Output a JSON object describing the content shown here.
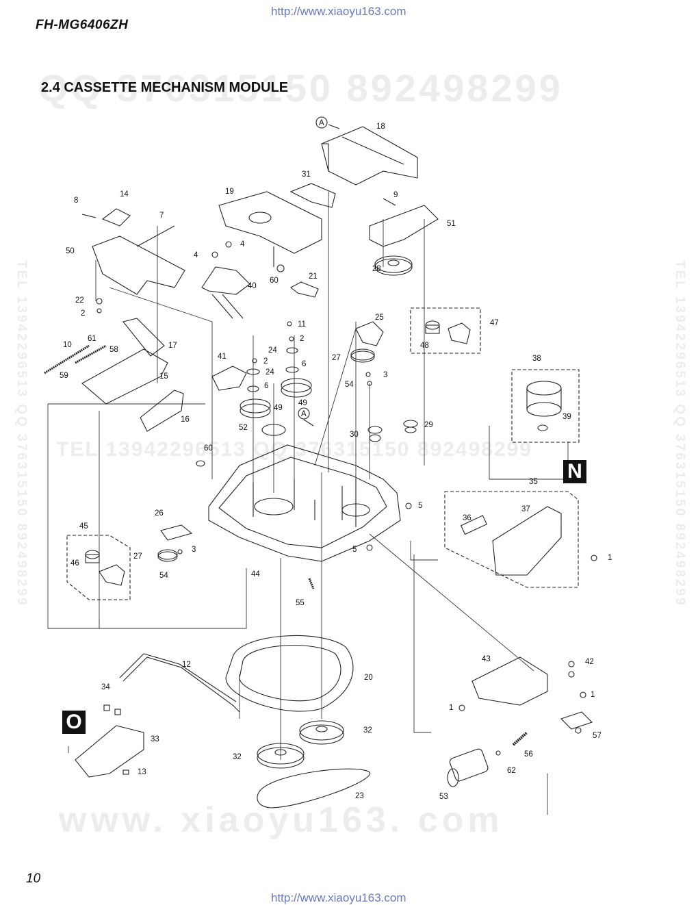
{
  "header": {
    "url": "http://www.xiaoyu163.com",
    "model": "FH-MG6406ZH",
    "section_title": "2.4 CASSETTE MECHANISM MODULE"
  },
  "footer": {
    "page_number": "10",
    "url": "http://www.xiaoyu163.com"
  },
  "watermarks": {
    "top": "QQ 376315150   892498299",
    "middle": "TEL 13942296513  QQ 376315150  892498299",
    "bottom": "www. xiaoyu163. com",
    "side_left": "TEL 13942296513  QQ 376315150  892498299",
    "side_right": "TEL 13942296513  QQ 376315150  892498299"
  },
  "markers": {
    "A": "A",
    "N": "N",
    "O": "O"
  },
  "part_labels": [
    {
      "id": "p18",
      "text": "18"
    },
    {
      "id": "p31",
      "text": "31"
    },
    {
      "id": "p19",
      "text": "19"
    },
    {
      "id": "p9",
      "text": "9"
    },
    {
      "id": "p51",
      "text": "51"
    },
    {
      "id": "p8",
      "text": "8"
    },
    {
      "id": "p14",
      "text": "14"
    },
    {
      "id": "p7",
      "text": "7"
    },
    {
      "id": "p50",
      "text": "50"
    },
    {
      "id": "p4a",
      "text": "4"
    },
    {
      "id": "p4b",
      "text": "4"
    },
    {
      "id": "p28",
      "text": "28"
    },
    {
      "id": "p40",
      "text": "40"
    },
    {
      "id": "p60a",
      "text": "60"
    },
    {
      "id": "p21",
      "text": "21"
    },
    {
      "id": "p22",
      "text": "22"
    },
    {
      "id": "p2a",
      "text": "2"
    },
    {
      "id": "p11",
      "text": "11"
    },
    {
      "id": "p25",
      "text": "25"
    },
    {
      "id": "p47",
      "text": "47"
    },
    {
      "id": "p48",
      "text": "48"
    },
    {
      "id": "p10",
      "text": "10"
    },
    {
      "id": "p61",
      "text": "61"
    },
    {
      "id": "p58",
      "text": "58"
    },
    {
      "id": "p17",
      "text": "17"
    },
    {
      "id": "p2b",
      "text": "2"
    },
    {
      "id": "p24a",
      "text": "24"
    },
    {
      "id": "p41",
      "text": "41"
    },
    {
      "id": "p2c",
      "text": "2"
    },
    {
      "id": "p6a",
      "text": "6"
    },
    {
      "id": "p27a",
      "text": "27"
    },
    {
      "id": "p3a",
      "text": "3"
    },
    {
      "id": "p59",
      "text": "59"
    },
    {
      "id": "p15",
      "text": "15"
    },
    {
      "id": "p24b",
      "text": "24"
    },
    {
      "id": "p6b",
      "text": "6"
    },
    {
      "id": "p54a",
      "text": "54"
    },
    {
      "id": "p38",
      "text": "38"
    },
    {
      "id": "p49a",
      "text": "49"
    },
    {
      "id": "p49b",
      "text": "49"
    },
    {
      "id": "p16",
      "text": "16"
    },
    {
      "id": "p39",
      "text": "39"
    },
    {
      "id": "p52",
      "text": "52"
    },
    {
      "id": "p30",
      "text": "30"
    },
    {
      "id": "p29",
      "text": "29"
    },
    {
      "id": "p60b",
      "text": "60"
    },
    {
      "id": "p35",
      "text": "35"
    },
    {
      "id": "p37",
      "text": "37"
    },
    {
      "id": "p36",
      "text": "36"
    },
    {
      "id": "p5a",
      "text": "5"
    },
    {
      "id": "p26",
      "text": "26"
    },
    {
      "id": "p45",
      "text": "45"
    },
    {
      "id": "p46",
      "text": "46"
    },
    {
      "id": "p27b",
      "text": "27"
    },
    {
      "id": "p3b",
      "text": "3"
    },
    {
      "id": "p54b",
      "text": "54"
    },
    {
      "id": "p44",
      "text": "44"
    },
    {
      "id": "p5b",
      "text": "5"
    },
    {
      "id": "p1a",
      "text": "1"
    },
    {
      "id": "p55",
      "text": "55"
    },
    {
      "id": "p12",
      "text": "12"
    },
    {
      "id": "p43",
      "text": "43"
    },
    {
      "id": "p42",
      "text": "42"
    },
    {
      "id": "p20",
      "text": "20"
    },
    {
      "id": "p34",
      "text": "34"
    },
    {
      "id": "p1b",
      "text": "1"
    },
    {
      "id": "p1c",
      "text": "1"
    },
    {
      "id": "p33",
      "text": "33"
    },
    {
      "id": "p32a",
      "text": "32"
    },
    {
      "id": "p57",
      "text": "57"
    },
    {
      "id": "p56",
      "text": "56"
    },
    {
      "id": "p32b",
      "text": "32"
    },
    {
      "id": "p13",
      "text": "13"
    },
    {
      "id": "p62",
      "text": "62"
    },
    {
      "id": "p23",
      "text": "23"
    },
    {
      "id": "p53",
      "text": "53"
    }
  ]
}
